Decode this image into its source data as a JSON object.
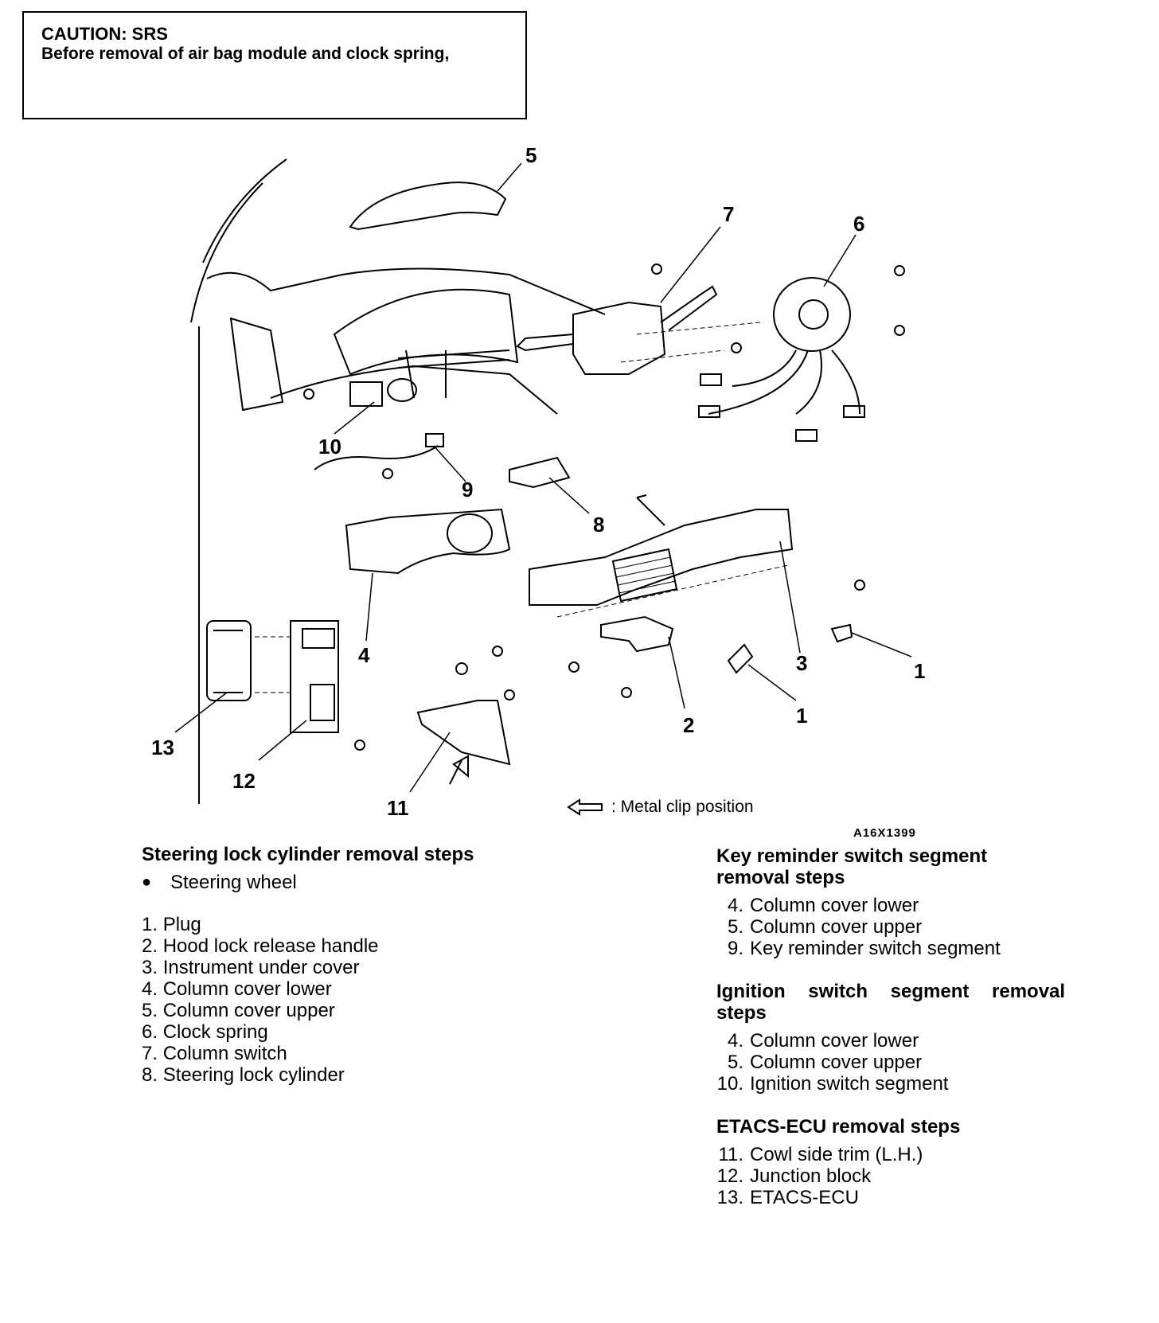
{
  "caution": {
    "title": "CAUTION: SRS",
    "text": "Before removal of air bag module and clock spring,"
  },
  "callouts": [
    "5",
    "7",
    "6",
    "10",
    "9",
    "8",
    "4",
    "3",
    "1",
    "1",
    "2",
    "13",
    "12",
    "11"
  ],
  "legend": {
    "metal_clip": ": Metal clip position",
    "figure_code": "A16X1399"
  },
  "left_section": {
    "title": "Steering lock cylinder removal steps",
    "bullet_item": "Steering wheel",
    "items": [
      {
        "num": "1.",
        "text": "Plug"
      },
      {
        "num": "2.",
        "text": "Hood lock release handle"
      },
      {
        "num": "3.",
        "text": "Instrument under cover"
      },
      {
        "num": "4.",
        "text": "Column cover lower"
      },
      {
        "num": "5.",
        "text": "Column cover upper"
      },
      {
        "num": "6.",
        "text": "Clock spring"
      },
      {
        "num": "7.",
        "text": "Column switch"
      },
      {
        "num": "8.",
        "text": "Steering lock cylinder"
      }
    ]
  },
  "key_reminder": {
    "title_line1": "Key reminder switch segment",
    "title_line2": "removal steps",
    "items": [
      {
        "num": "4.",
        "text": "Column cover lower"
      },
      {
        "num": "5.",
        "text": "Column cover upper"
      },
      {
        "num": "9.",
        "text": "Key reminder switch segment"
      }
    ]
  },
  "ignition": {
    "title_line1": "Ignition switch segment removal",
    "title_line2": "steps",
    "items": [
      {
        "num": "4.",
        "text": "Column cover lower"
      },
      {
        "num": "5.",
        "text": "Column cover upper"
      },
      {
        "num": "10.",
        "text": "Ignition switch segment"
      }
    ]
  },
  "etacs": {
    "title": "ETACS-ECU removal steps",
    "items": [
      {
        "num": "11.",
        "text": "Cowl side trim (L.H.)"
      },
      {
        "num": "12.",
        "text": "Junction block"
      },
      {
        "num": "13.",
        "text": "ETACS-ECU"
      }
    ]
  }
}
